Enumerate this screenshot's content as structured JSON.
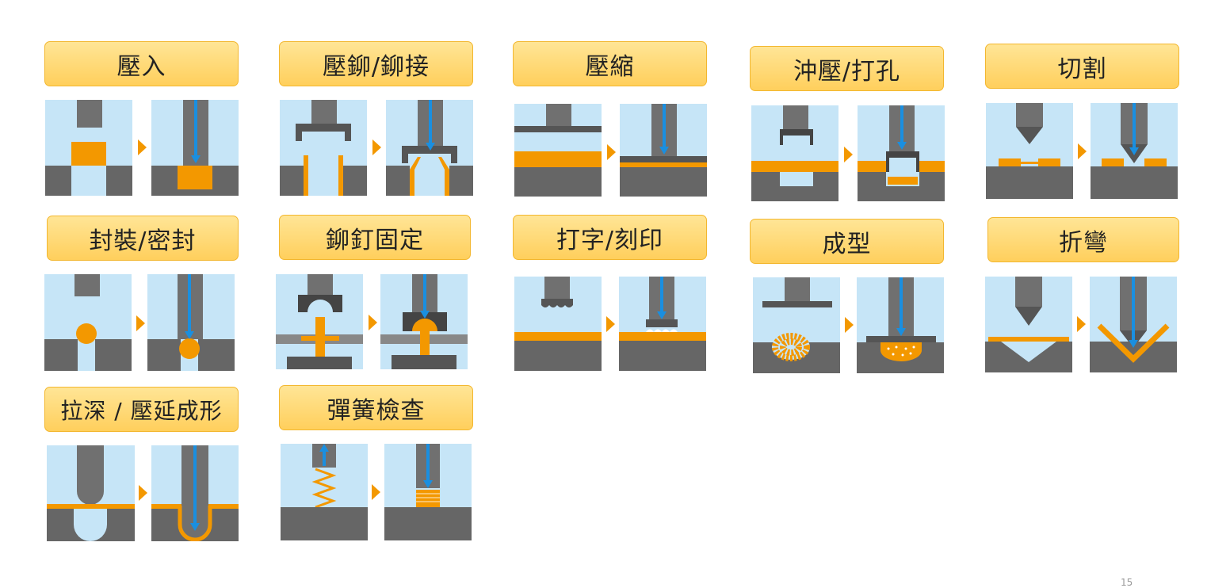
{
  "processes": [
    {
      "key": "press_fit",
      "label": "壓入"
    },
    {
      "key": "riveting",
      "label": "壓鉚/鉚接"
    },
    {
      "key": "compression",
      "label": "壓縮"
    },
    {
      "key": "punching",
      "label": "沖壓/打孔"
    },
    {
      "key": "cutting",
      "label": "切割"
    },
    {
      "key": "sealing",
      "label": "封裝/密封"
    },
    {
      "key": "rivet_fixing",
      "label": "鉚釘固定"
    },
    {
      "key": "marking",
      "label": "打字/刻印"
    },
    {
      "key": "forming",
      "label": "成型"
    },
    {
      "key": "bending",
      "label": "折彎"
    },
    {
      "key": "deep_drawing",
      "label": "拉深 / 壓延成形"
    },
    {
      "key": "spring_test",
      "label": "彈簧檢查"
    }
  ],
  "page_number": "15",
  "colors": {
    "background": "#c6e5f7",
    "base": "#666666",
    "workpiece": "#f39800",
    "arrow": "#1a8fe0",
    "label_border": "#f3b72f",
    "label_fill": "#ffd66b"
  }
}
